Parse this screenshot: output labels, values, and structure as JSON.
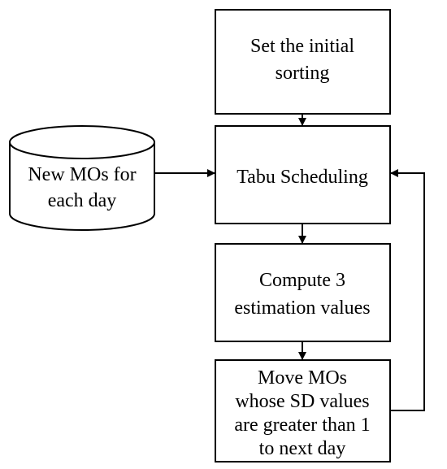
{
  "diagram": {
    "nodes": {
      "initial_sorting": {
        "lines": [
          "Set the initial",
          "sorting"
        ]
      },
      "new_mos": {
        "lines": [
          "New MOs for",
          "each day"
        ]
      },
      "tabu_scheduling": {
        "lines": [
          "Tabu Scheduling"
        ]
      },
      "compute_estimation": {
        "lines": [
          "Compute 3",
          "estimation values"
        ]
      },
      "move_mos": {
        "lines": [
          "Move MOs",
          "whose SD values",
          "are greater than 1",
          "to next day"
        ]
      }
    }
  }
}
